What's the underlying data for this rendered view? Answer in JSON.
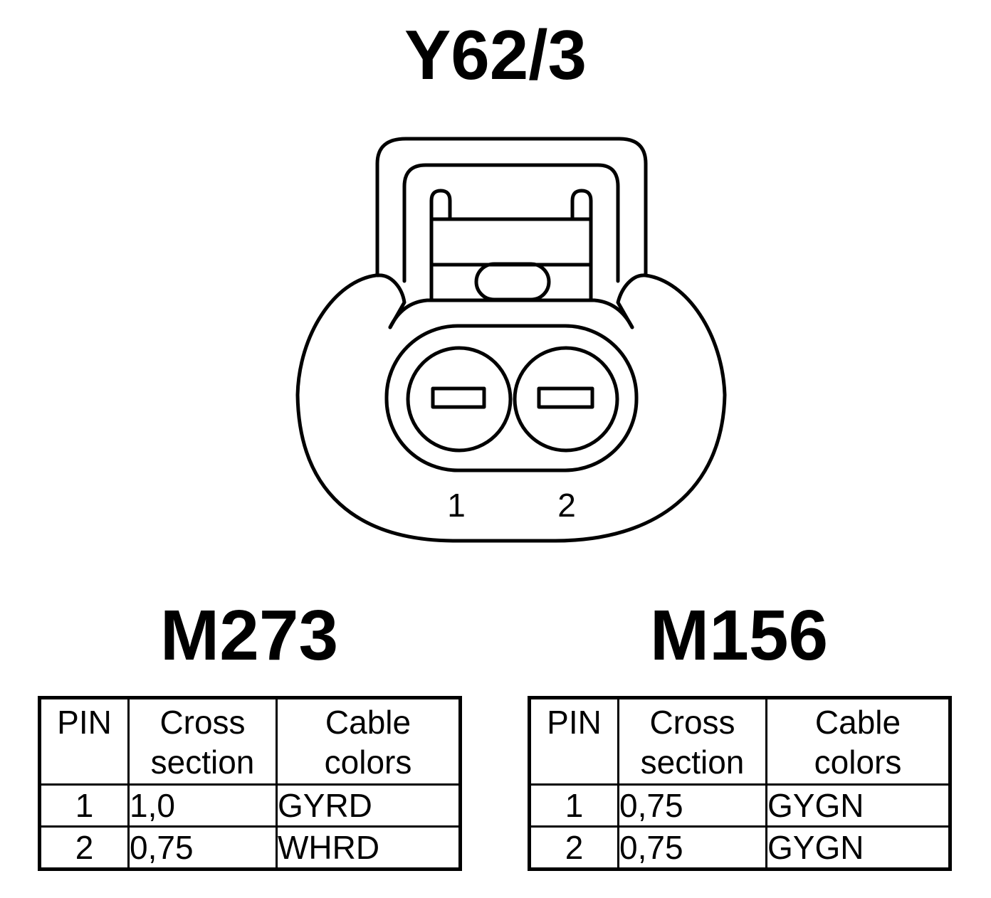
{
  "connector": {
    "title": "Y62/3",
    "pin_labels": [
      "1",
      "2"
    ]
  },
  "tables": [
    {
      "engine": "M273",
      "headers": {
        "pin": "PIN",
        "cross": [
          "Cross",
          "section"
        ],
        "color": [
          "Cable",
          "colors"
        ]
      },
      "rows": [
        {
          "pin": "1",
          "cross": "1,0",
          "color": "GYRD"
        },
        {
          "pin": "2",
          "cross": "0,75",
          "color": "WHRD"
        }
      ]
    },
    {
      "engine": "M156",
      "headers": {
        "pin": "PIN",
        "cross": [
          "Cross",
          "section"
        ],
        "color": [
          "Cable",
          "colors"
        ]
      },
      "rows": [
        {
          "pin": "1",
          "cross": "0,75",
          "color": "GYGN"
        },
        {
          "pin": "2",
          "cross": "0,75",
          "color": "GYGN"
        }
      ]
    }
  ],
  "colors": {
    "line": "#000000",
    "background": "#ffffff"
  }
}
